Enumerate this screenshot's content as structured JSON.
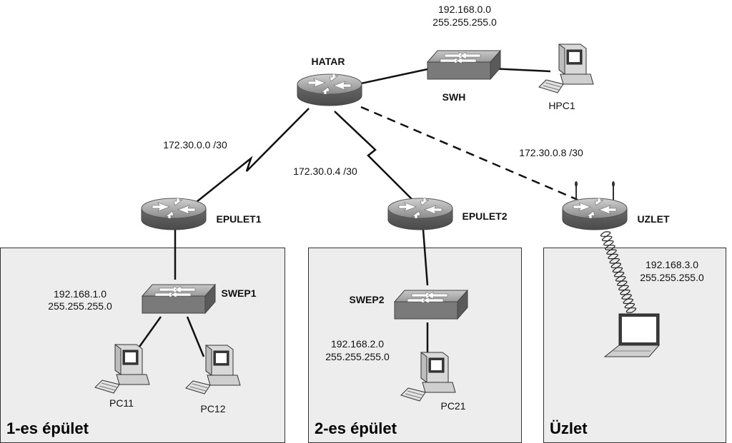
{
  "areas": {
    "building1": "1-es épület",
    "building2": "2-es épület",
    "store": "Üzlet"
  },
  "devices": {
    "hatar": "HATAR",
    "swh": "SWH",
    "hpc1": "HPC1",
    "epulet1": "EPULET1",
    "epulet2": "EPULET2",
    "uzlet": "UZLET",
    "swep1": "SWEP1",
    "swep2": "SWEP2",
    "pc11": "PC11",
    "pc12": "PC12",
    "pc21": "PC21"
  },
  "networks": {
    "hatar_lan": {
      "ip": "192.168.0.0",
      "mask": "255.255.255.0"
    },
    "link_epulet1": "172.30.0.0 /30",
    "link_epulet2": "172.30.0.4 /30",
    "link_uzlet": "172.30.0.8 /30",
    "lan1": {
      "ip": "192.168.1.0",
      "mask": "255.255.255.0"
    },
    "lan2": {
      "ip": "192.168.2.0",
      "mask": "255.255.255.0"
    },
    "lan3": {
      "ip": "192.168.3.0",
      "mask": "255.255.255.0"
    }
  }
}
